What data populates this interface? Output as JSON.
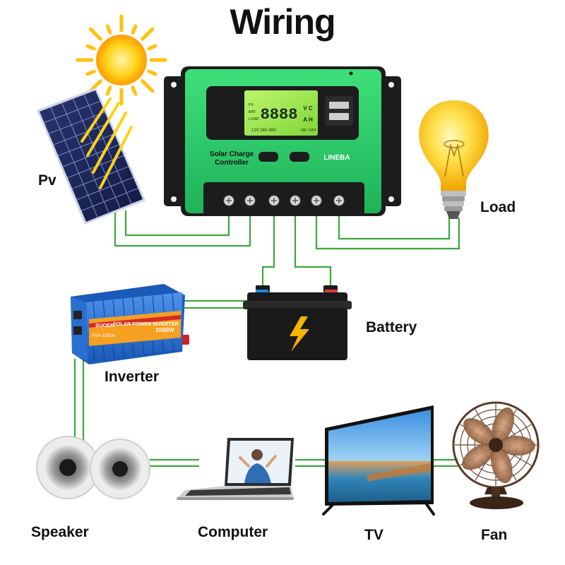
{
  "title": "Wiring",
  "labels": {
    "pv": "Pv",
    "load": "Load",
    "battery": "Battery",
    "inverter": "Inverter",
    "speaker": "Speaker",
    "computer": "Computer",
    "tv": "TV",
    "fan": "Fan"
  },
  "controller": {
    "name_line1": "Solar Charge",
    "name_line2": "Controller",
    "brand": "LINEBA",
    "display_digits": "8888",
    "display_units_top": "V  C",
    "display_units_bottom": "A  H",
    "display_left": [
      "PV",
      "BAT",
      "LOAD"
    ],
    "display_voltages": "12V  24V  48V",
    "display_switch": "ON / OFF"
  },
  "inverter": {
    "brand": "SUOER",
    "banner": "SOLAR POWER INVERTER",
    "model": "FAA-1000A",
    "rating": "1000W"
  },
  "colors": {
    "wire": "#3aa83a",
    "controller_green": "#2fcf6a",
    "controller_dark": "#1c1c1c",
    "inverter_blue": "#2a6fd0",
    "battery_black": "#1a1a1a",
    "bolt": "#f5b400",
    "sun": "#ffc20e"
  },
  "icons": {
    "sun": "sun-icon",
    "solar_panel": "solar-panel-icon",
    "bulb": "light-bulb-icon",
    "battery": "battery-icon",
    "bolt": "lightning-bolt-icon"
  }
}
